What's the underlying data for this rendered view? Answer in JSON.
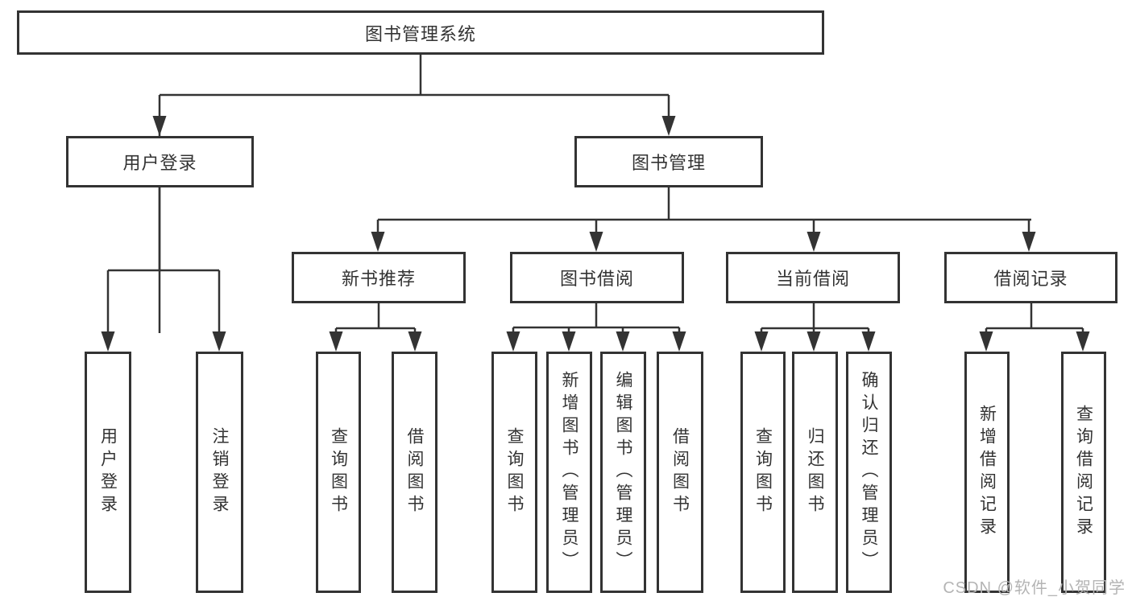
{
  "diagram_title": "图书管理系统",
  "tree": {
    "label": "图书管理系统",
    "children": [
      {
        "label": "用户登录",
        "children": [
          {
            "label": "用户登录"
          },
          {
            "label": "注销登录"
          }
        ]
      },
      {
        "label": "图书管理",
        "children": [
          {
            "label": "新书推荐",
            "children": [
              {
                "label": "查询图书"
              },
              {
                "label": "借阅图书"
              }
            ]
          },
          {
            "label": "图书借阅",
            "children": [
              {
                "label": "查询图书"
              },
              {
                "label": "新增图书（管理员）"
              },
              {
                "label": "编辑图书（管理员）"
              },
              {
                "label": "借阅图书"
              }
            ]
          },
          {
            "label": "当前借阅",
            "children": [
              {
                "label": "查询图书"
              },
              {
                "label": "归还图书"
              },
              {
                "label": "确认归还（管理员）"
              }
            ]
          },
          {
            "label": "借阅记录",
            "children": [
              {
                "label": "新增借阅记录"
              },
              {
                "label": "查询借阅记录"
              }
            ]
          }
        ]
      }
    ]
  },
  "watermark": "CSDN @软件_小贺同学",
  "colors": {
    "line": "#333333",
    "text": "#333333",
    "watermark": "#b4b4b4",
    "background": "#ffffff"
  }
}
